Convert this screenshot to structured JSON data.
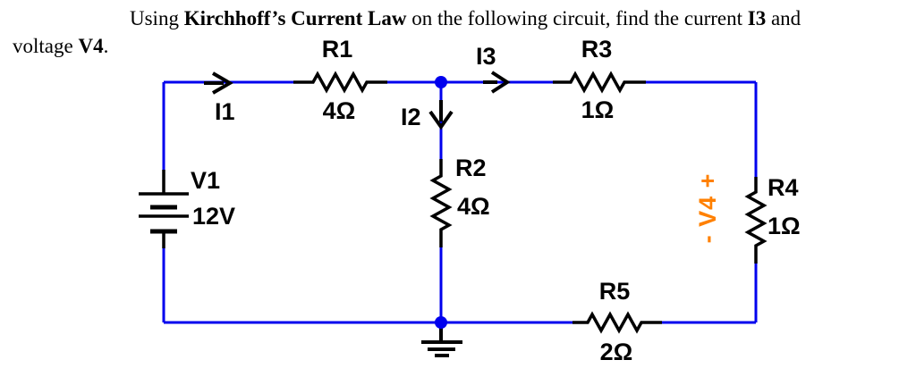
{
  "question": {
    "line1": {
      "t1": "Using ",
      "b1": "Kirchhoff’s Current Law",
      "t2": " on the following circuit, find the current ",
      "b2": "I3",
      "t3": " and"
    },
    "line2": {
      "t1": "voltage ",
      "b1": "V4",
      "t2": "."
    }
  },
  "circuit": {
    "colors": {
      "wire": "#0000EE",
      "component": "#000000",
      "annotation": "#FF8000"
    },
    "source": {
      "name": "V1",
      "value": "12V"
    },
    "resistors": [
      {
        "name": "R1",
        "value": "4Ω"
      },
      {
        "name": "R2",
        "value": "4Ω"
      },
      {
        "name": "R3",
        "value": "1Ω"
      },
      {
        "name": "R4",
        "value": "1Ω"
      },
      {
        "name": "R5",
        "value": "2Ω"
      }
    ],
    "currents": [
      {
        "name": "I1",
        "direction": "right"
      },
      {
        "name": "I2",
        "direction": "down"
      },
      {
        "name": "I3",
        "direction": "right"
      }
    ],
    "voltage_annotation": "- V4 +"
  }
}
